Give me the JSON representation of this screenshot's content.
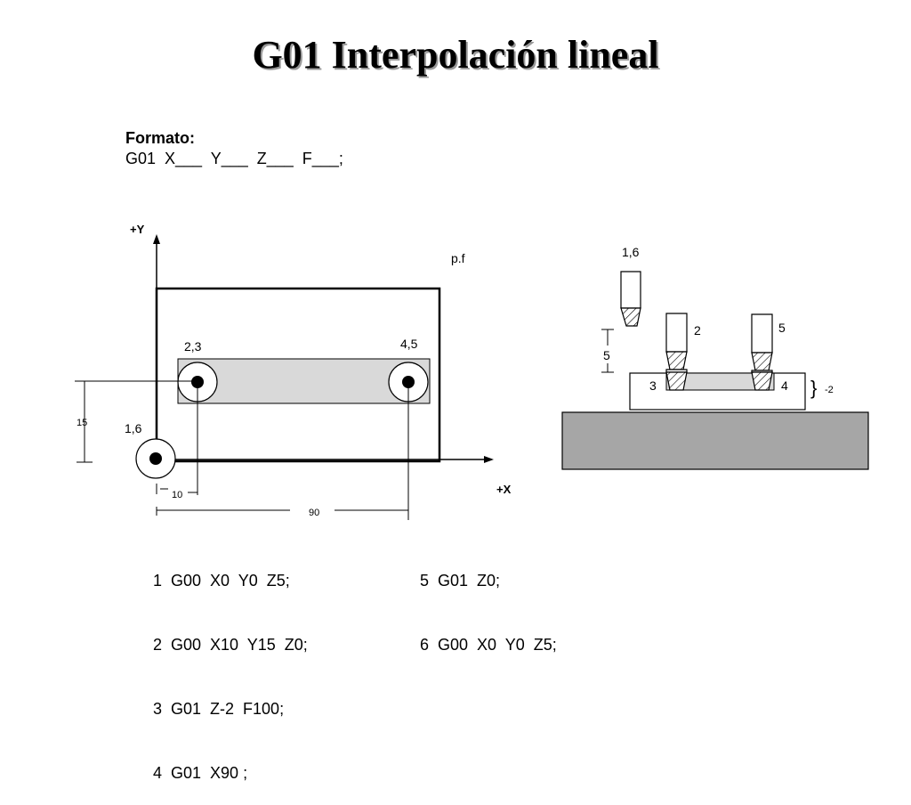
{
  "title": "G01 Interpolación lineal",
  "format": {
    "label": "Formato:",
    "line": "G01  X___  Y___  Z___  F___;"
  },
  "plan_view": {
    "axis_y": "+Y",
    "axis_x": "+X",
    "pf_label": "p.f",
    "point_labels": [
      "1,6",
      "2,3",
      "4,5"
    ],
    "dim_15": "15",
    "dim_10": "10",
    "dim_90": "90"
  },
  "side_view": {
    "tool_labels": [
      "1,6",
      "2",
      "5",
      "3",
      "4"
    ],
    "dim_5": "5",
    "depth": "-2"
  },
  "program_left": [
    "1  G00  X0  Y0  Z5;",
    "2  G00  X10  Y15  Z0;",
    "3  G01  Z-2  F100;",
    "4  G01  X90 ;"
  ],
  "program_right": [
    "5  G01  Z0;",
    "6  G00  X0  Y0  Z5;"
  ],
  "colors": {
    "slot_fill": "#d9d9d9",
    "base_fill": "#a6a6a6",
    "title_shadow": "#9a9a9a"
  }
}
